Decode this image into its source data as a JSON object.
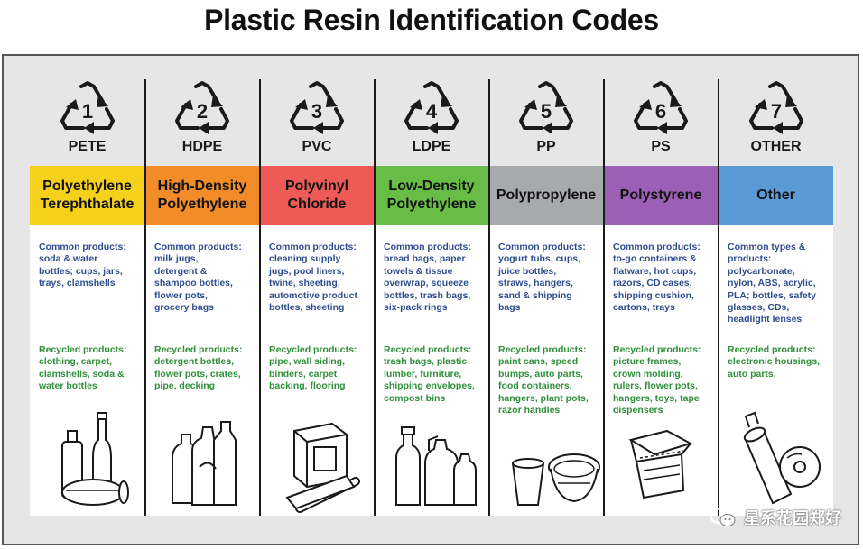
{
  "title": "Plastic Resin Identification Codes",
  "columns": [
    {
      "number": "1",
      "abbrev": "PETE",
      "name": "Polyethylene\nTerephthalate",
      "color": "#f5d11b",
      "common": "Common products:\nsoda & water\nbottles; cups, jars,\ntrays, clamshells",
      "recycled": "Recycled products:\nclothing, carpet,\nclamshells, soda &\nwater bottles",
      "illustration": "bottles-illustration"
    },
    {
      "number": "2",
      "abbrev": "HDPE",
      "name": "High-Density\nPolyethylene",
      "color": "#f28c28",
      "common": "Common products:\nmilk jugs,\ndetergent &\nshampoo bottles,\nflower pots,\ngrocery bags",
      "recycled": "Recycled products:\ndetergent bottles,\nflower pots, crates,\npipe, decking",
      "illustration": "jugs-illustration"
    },
    {
      "number": "3",
      "abbrev": "PVC",
      "name": "Polyvinyl\nChloride",
      "color": "#ee5a55",
      "common": "Common products:\ncleaning supply\njugs, pool liners,\ntwine, sheeting,\nautomotive product\nbottles, sheeting",
      "recycled": "Recycled products:\npipe, wall siding,\nbinders, carpet\nbacking, flooring",
      "illustration": "box-roll-illustration"
    },
    {
      "number": "4",
      "abbrev": "LDPE",
      "name": "Low-Density\nPolyethylene",
      "color": "#67bd45",
      "common": "Common products:\nbread bags, paper\ntowels & tissue\noverwrap, squeeze\nbottles, trash bags,\nsix-pack rings",
      "recycled": "Recycled products:\ntrash bags, plastic\nlumber, furniture,\nshipping envelopes,\ncompost bins",
      "illustration": "squeeze-bottles-illustration"
    },
    {
      "number": "5",
      "abbrev": "PP",
      "name": "Polypropylene",
      "color": "#a7a9ac",
      "common": "Common products:\nyogurt tubs, cups,\njuice bottles,\nstraws, hangers,\nsand & shipping\nbags",
      "recycled": "Recycled products:\npaint cans, speed\nbumps, auto parts,\nfood containers,\nhangers, plant pots,\nrazor handles",
      "illustration": "cups-illustration"
    },
    {
      "number": "6",
      "abbrev": "PS",
      "name": "Polystyrene",
      "color": "#9b5fb5",
      "common": "Common products:\nto-go containers &\nflatware,  hot cups,\nrazors, CD cases,\nshipping cushion,\ncartons, trays",
      "recycled": "Recycled products:\npicture frames,\ncrown molding,\nrulers, flower pots,\nhangers, toys, tape\ndispensers",
      "illustration": "container-illustration"
    },
    {
      "number": "7",
      "abbrev": "OTHER",
      "name": "Other",
      "color": "#5b9bd5",
      "common": "Common types &\nproducts:\npolycarbonate,\nnylon, ABS, acrylic,\nPLA; bottles, safety\nglasses, CDs,\nheadlight lenses",
      "recycled": "Recycled products:\nelectronic housings,\nauto parts,",
      "illustration": "disc-spray-illustration"
    }
  ],
  "watermark": "星系花园郑好"
}
